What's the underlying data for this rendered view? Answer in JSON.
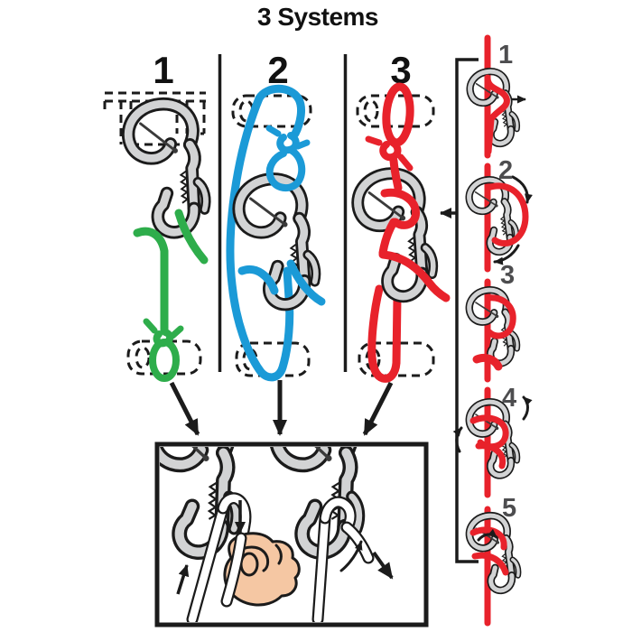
{
  "title": "3 Systems",
  "columns": [
    {
      "label": "1",
      "cord_name": "green-cord",
      "cord_color": "#2ead4b"
    },
    {
      "label": "2",
      "cord_name": "blue-cord",
      "cord_color": "#1b9ad7"
    },
    {
      "label": "3",
      "cord_name": "red-cord",
      "cord_color": "#e8222b"
    }
  ],
  "steps": {
    "labels": [
      "1",
      "2",
      "3",
      "4",
      "5"
    ],
    "cord_color": "#e8222b"
  },
  "colors": {
    "outline": "#1b1b1b",
    "hook-fill": "#d2d3d4",
    "hand": "#f5c7a3",
    "step-number": "#4d4d4f",
    "text": "#111111",
    "background": "#ffffff"
  }
}
